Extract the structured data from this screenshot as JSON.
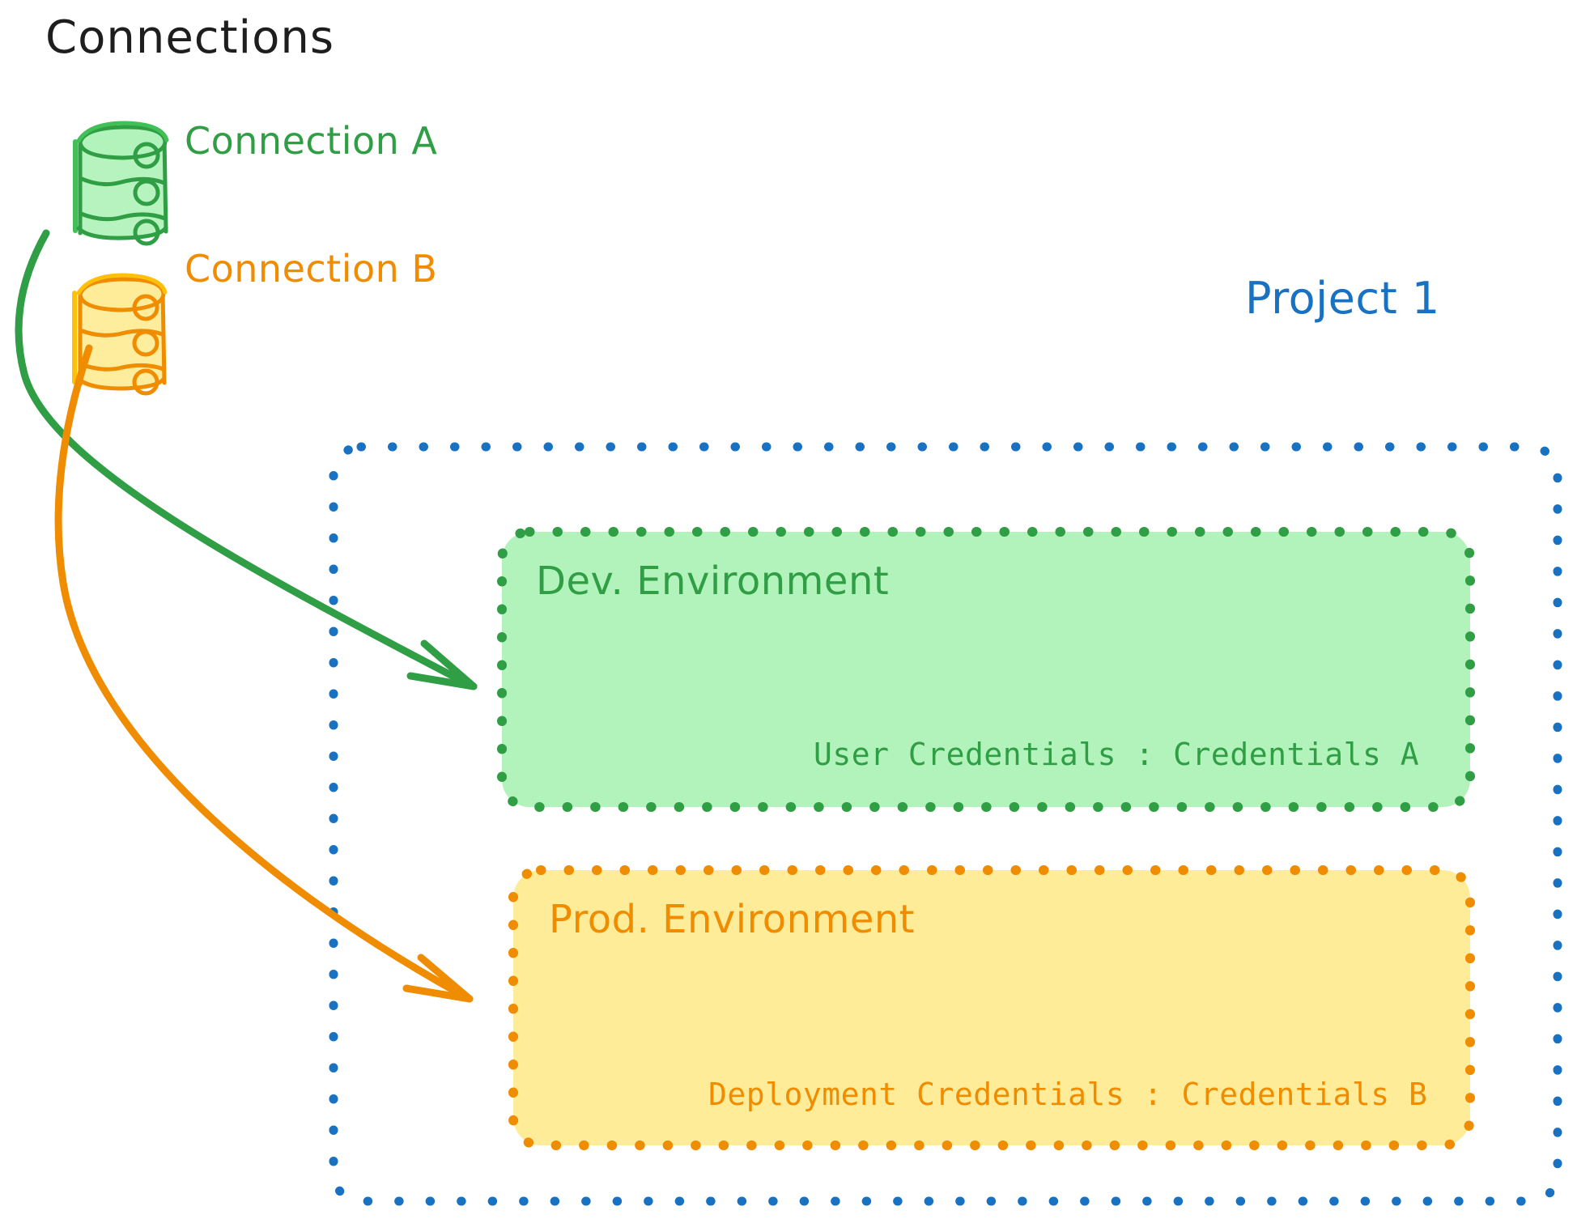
{
  "diagram": {
    "title": "Connections",
    "title_color": "#1e1e1e",
    "background": "#ffffff"
  },
  "connections": [
    {
      "id": "connection-a",
      "label": "Connection A",
      "color": "#2f9e44",
      "fill": "#b2f2bb",
      "icon": "database-cylinder-icon",
      "target": "Dev. Environment"
    },
    {
      "id": "connection-b",
      "label": "Connection B",
      "color": "#f08c00",
      "fill": "#ffec99",
      "icon": "database-cylinder-icon",
      "target": "Prod. Environment"
    }
  ],
  "project": {
    "label": "Project 1",
    "color": "#1971c2",
    "border_style": "dotted"
  },
  "environments": [
    {
      "id": "dev-environment",
      "title": "Dev. Environment",
      "color": "#2f9e44",
      "fill": "#b2f2bb",
      "border_style": "dotted",
      "detail_key": "User Credentials",
      "detail_separator": ":",
      "detail_value": "Credentials A",
      "detail_text": "User Credentials : Credentials A"
    },
    {
      "id": "prod-environment",
      "title": "Prod. Environment",
      "color": "#f08c00",
      "fill": "#ffec99",
      "border_style": "dotted",
      "detail_key": "Deployment Credentials",
      "detail_separator": ":",
      "detail_value": "Credentials B",
      "detail_text": "Deployment Credentials : Credentials B"
    }
  ],
  "arrows": [
    {
      "id": "arrow-connection-a-to-dev",
      "from": "Connection A",
      "to": "Dev. Environment",
      "color": "#2f9e44"
    },
    {
      "id": "arrow-connection-b-to-prod",
      "from": "Connection B",
      "to": "Prod. Environment",
      "color": "#f08c00"
    }
  ]
}
